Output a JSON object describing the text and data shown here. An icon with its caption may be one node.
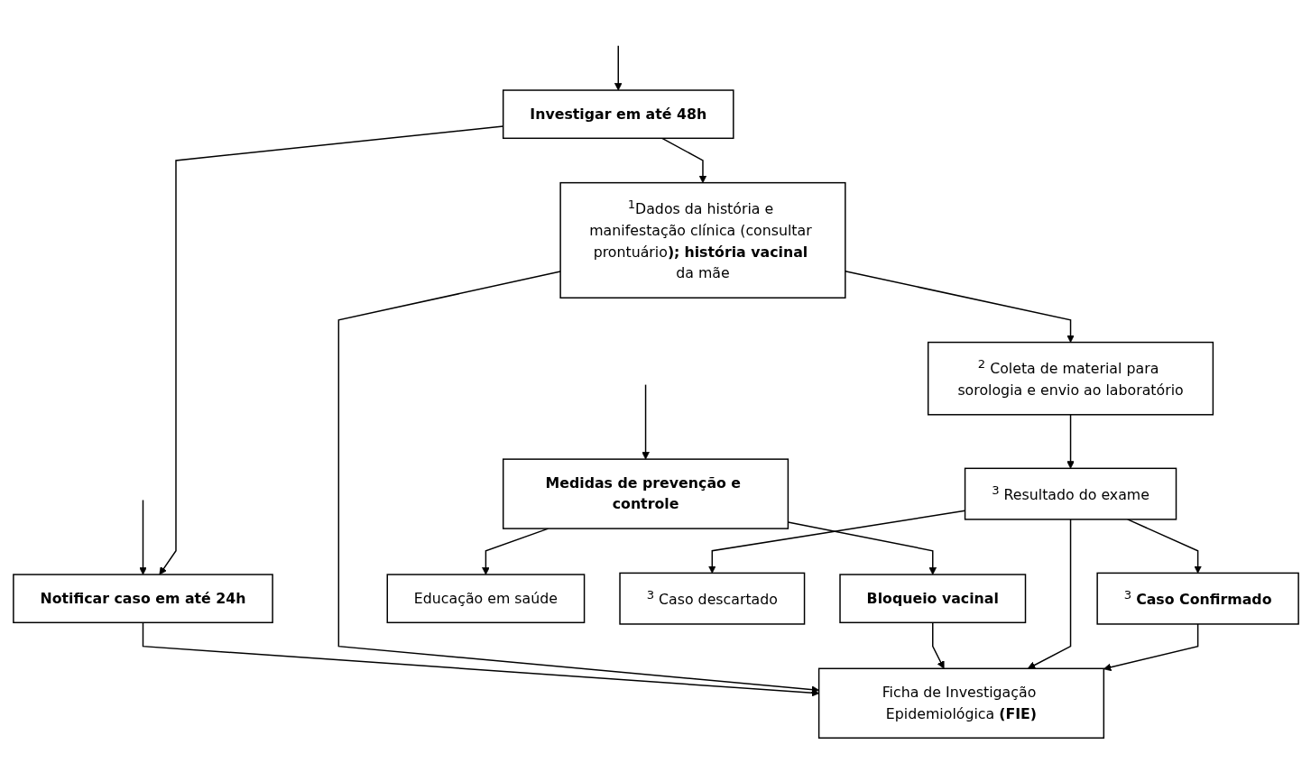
{
  "diagram": {
    "nodes": [
      {
        "text": [
          "Investigar em até 48h"
        ]
      },
      {
        "text": [
          "Notificar caso em até 24h"
        ]
      },
      {
        "text": [
          "Medidas de prevenção e controle"
        ]
      },
      {
        "text": [
          "$^{1}$Dados da história e manifestação clínica (consultar prontuário**);** **história vacinal** da mãe"
        ]
      },
      {
        "text": [
          "Ficha de Investigação Epidemiológica **(FIE)**"
        ]
      },
      {
        "text": [
          "Bloqueio vacinal"
        ]
      },
      {
        "text": [
          "Educação em saúde"
        ]
      },
      {
        "text": [
          "$^{2}$ Coleta de material para sorologia e envio ao laboratório"
        ]
      },
      {
        "text": [
          "$^{3}$ Resultado do exame"
        ]
      },
      {
        "text": [
          "$^{3}$ Caso descartado"
        ]
      },
      {
        "text": [
          "$^{3}$ **Caso Confirmado**"
        ]
      }
    ],
    "edges": [
      {
        "from": null,
        "to": 0,
        "arrow": "to"
      },
      {
        "from": null,
        "to": 1,
        "arrow": "to"
      },
      {
        "from": null,
        "to": 2,
        "arrow": "to"
      },
      {
        "from": 0,
        "to": 1,
        "arrow": "to"
      },
      {
        "from": 0,
        "to": 3,
        "arrow": "to"
      },
      {
        "from": 1,
        "to": 4,
        "arrow": "to"
      },
      {
        "from": 2,
        "to": 5,
        "arrow": "to"
      },
      {
        "from": 2,
        "to": 6,
        "arrow": "to"
      },
      {
        "from": 3,
        "to": 4,
        "arrow": "to"
      },
      {
        "from": 5,
        "to": 4,
        "arrow": "to"
      },
      {
        "from": 3,
        "to": 7,
        "arrow": "to"
      },
      {
        "from": 7,
        "to": 8,
        "arrow": "to"
      },
      {
        "from": 8,
        "to": 4,
        "arrow": "to"
      },
      {
        "from": 8,
        "to": 9,
        "arrow": "to"
      },
      {
        "from": 8,
        "to": 10,
        "arrow": "to"
      },
      {
        "from": 10,
        "to": 4,
        "arrow": "to"
      }
    ]
  }
}
